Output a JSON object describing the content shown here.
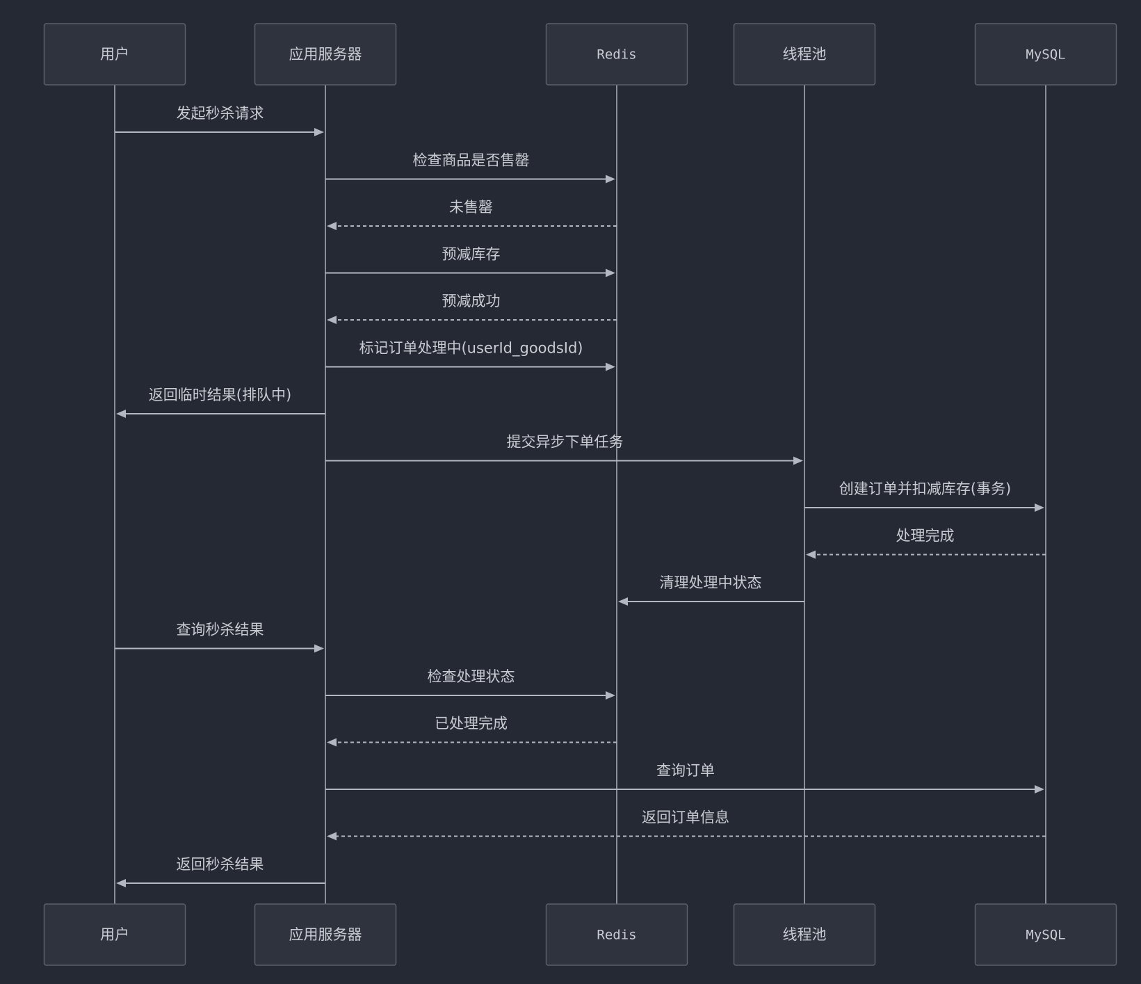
{
  "participants": [
    {
      "id": "user",
      "label": "用户",
      "mono": false
    },
    {
      "id": "app",
      "label": "应用服务器",
      "mono": false
    },
    {
      "id": "redis",
      "label": "Redis",
      "mono": true
    },
    {
      "id": "pool",
      "label": "线程池",
      "mono": false
    },
    {
      "id": "mysql",
      "label": "MySQL",
      "mono": true
    }
  ],
  "messages": [
    {
      "from": "user",
      "to": "app",
      "label": "发起秒杀请求",
      "style": "solid"
    },
    {
      "from": "app",
      "to": "redis",
      "label": "检查商品是否售罄",
      "style": "solid"
    },
    {
      "from": "redis",
      "to": "app",
      "label": "未售罄",
      "style": "dashed"
    },
    {
      "from": "app",
      "to": "redis",
      "label": "预减库存",
      "style": "solid"
    },
    {
      "from": "redis",
      "to": "app",
      "label": "预减成功",
      "style": "dashed"
    },
    {
      "from": "app",
      "to": "redis",
      "label": "标记订单处理中(userId_goodsId)",
      "style": "solid"
    },
    {
      "from": "app",
      "to": "user",
      "label": "返回临时结果(排队中)",
      "style": "solid"
    },
    {
      "from": "app",
      "to": "pool",
      "label": "提交异步下单任务",
      "style": "solid"
    },
    {
      "from": "pool",
      "to": "mysql",
      "label": "创建订单并扣减库存(事务)",
      "style": "solid"
    },
    {
      "from": "mysql",
      "to": "pool",
      "label": "处理完成",
      "style": "dashed"
    },
    {
      "from": "pool",
      "to": "redis",
      "label": "清理处理中状态",
      "style": "solid"
    },
    {
      "from": "user",
      "to": "app",
      "label": "查询秒杀结果",
      "style": "solid"
    },
    {
      "from": "app",
      "to": "redis",
      "label": "检查处理状态",
      "style": "solid"
    },
    {
      "from": "redis",
      "to": "app",
      "label": "已处理完成",
      "style": "dashed"
    },
    {
      "from": "app",
      "to": "mysql",
      "label": "查询订单",
      "style": "solid"
    },
    {
      "from": "mysql",
      "to": "app",
      "label": "返回订单信息",
      "style": "dashed"
    },
    {
      "from": "app",
      "to": "user",
      "label": "返回秒杀结果",
      "style": "solid"
    }
  ]
}
